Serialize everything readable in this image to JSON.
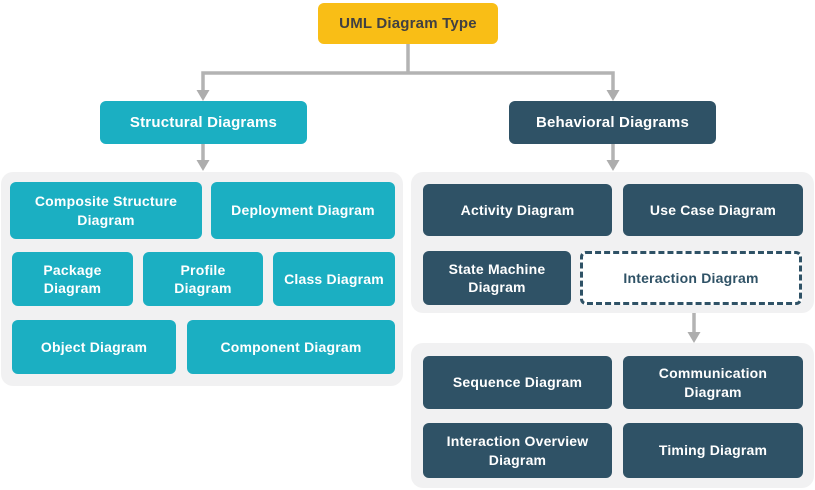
{
  "title": "UML Diagram Type hierarchy flowchart",
  "root": {
    "label": "UML Diagram Type"
  },
  "branches": {
    "structural": {
      "label": "Structural Diagrams"
    },
    "behavioral": {
      "label": "Behavioral Diagrams"
    }
  },
  "structural_group": {
    "items": [
      {
        "label": "Composite Structure Diagram"
      },
      {
        "label": "Deployment Diagram"
      },
      {
        "label": "Package Diagram"
      },
      {
        "label": "Profile Diagram"
      },
      {
        "label": "Class Diagram"
      },
      {
        "label": "Object Diagram"
      },
      {
        "label": "Component Diagram"
      }
    ]
  },
  "behavioral_group": {
    "items": [
      {
        "label": "Activity Diagram"
      },
      {
        "label": "Use Case Diagram"
      },
      {
        "label": "State Machine Diagram"
      },
      {
        "label": "Interaction Diagram",
        "style": "dashed-outline"
      }
    ]
  },
  "interaction_group": {
    "items": [
      {
        "label": "Sequence Diagram"
      },
      {
        "label": "Communication Diagram"
      },
      {
        "label": "Interaction Overview Diagram"
      },
      {
        "label": "Timing Diagram"
      }
    ]
  },
  "colors": {
    "root_fill": "#F9BE16",
    "root_text": "#414042",
    "structural_fill": "#1BAFC2",
    "behavioral_fill": "#2F5266",
    "group_background": "#F1F1F2",
    "connector": "#B3B3B3",
    "node_text": "#FFFFFF"
  }
}
